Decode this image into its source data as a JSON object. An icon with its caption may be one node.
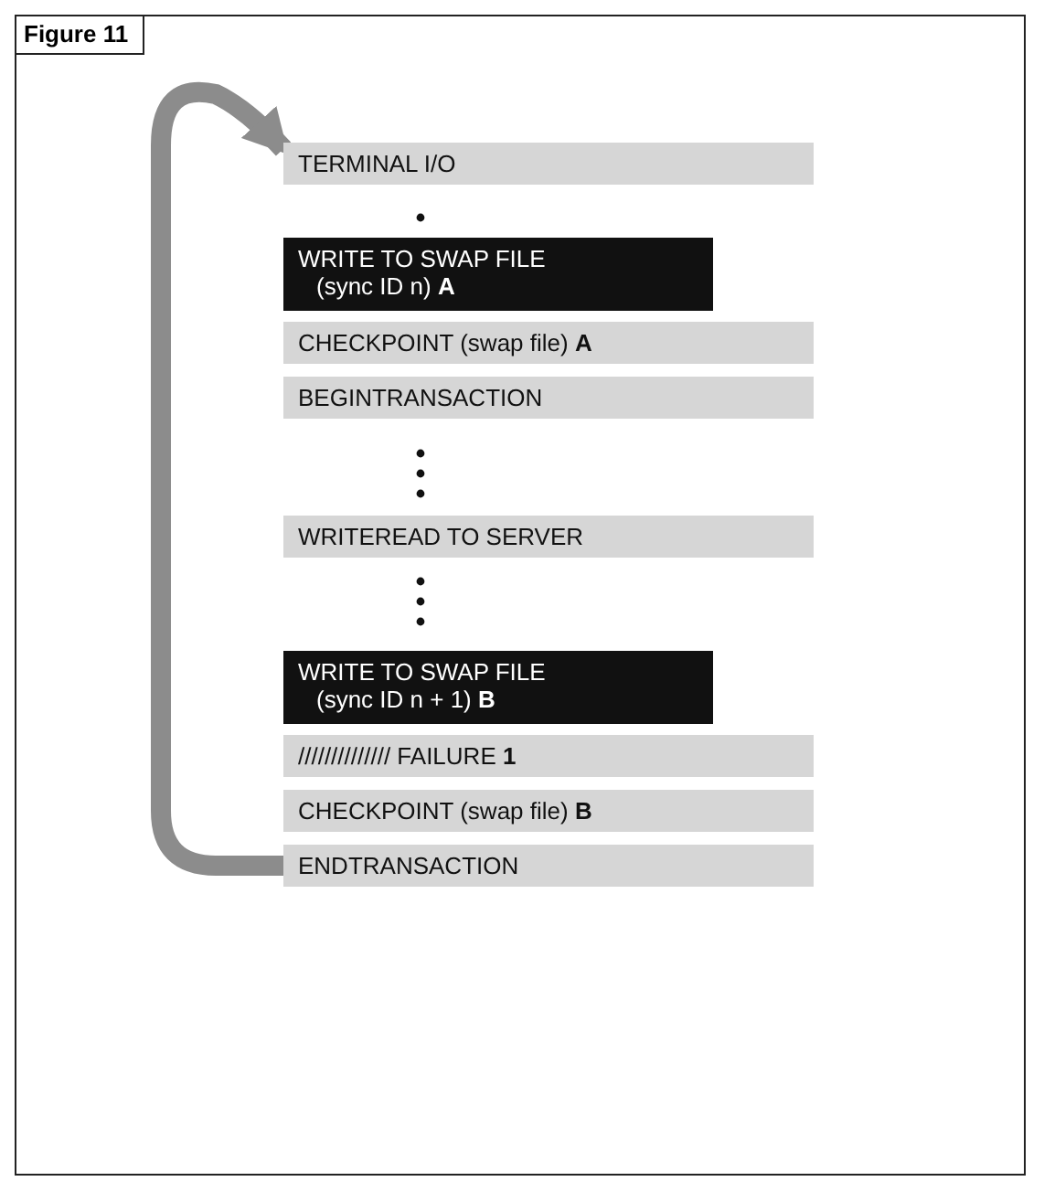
{
  "diagram": {
    "title": "Figure 11",
    "nodes": [
      {
        "text": [
          "TERMINAL I/O"
        ]
      },
      {
        "text": [
          "WRITE TO SWAP FILE (sync ID n) **A**"
        ]
      },
      {
        "text": [
          "CHECKPOINT (swap file) **A**"
        ]
      },
      {
        "text": [
          "BEGINTRANSACTION"
        ]
      },
      {
        "text": [
          "WRITEREAD TO SERVER"
        ]
      },
      {
        "text": [
          "WRITE TO SWAP FILE (sync ID n + 1) **B**"
        ]
      },
      {
        "text": [
          "////////////// FAILURE **1**"
        ]
      },
      {
        "text": [
          "CHECKPOINT (swap file) **B**"
        ]
      },
      {
        "text": [
          "ENDTRANSACTION"
        ]
      }
    ],
    "edges": [
      {
        "from": 8,
        "to": 0,
        "arrow": "to"
      }
    ]
  }
}
